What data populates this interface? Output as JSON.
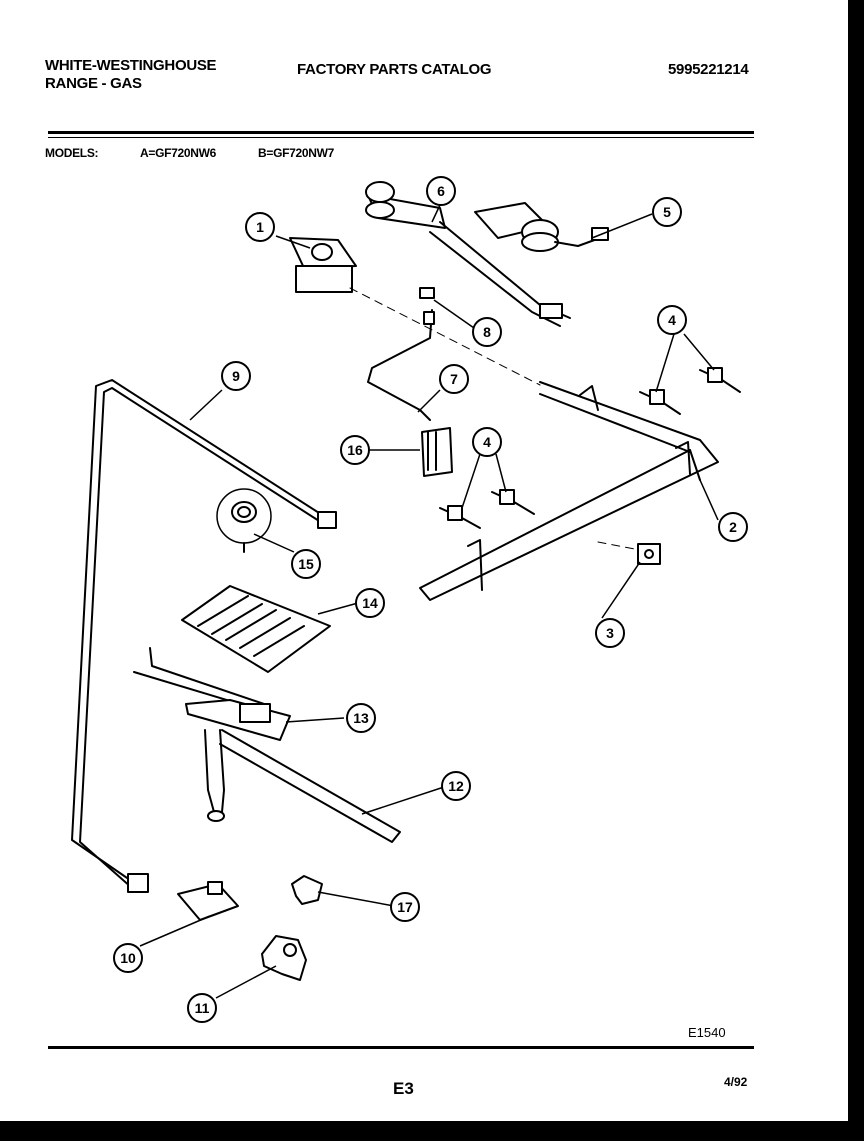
{
  "header": {
    "brand_line_1": "WHITE-WESTINGHOUSE",
    "brand_line_2": "RANGE - GAS",
    "catalog_title": "FACTORY PARTS CATALOG",
    "catalog_number": "5995221214"
  },
  "models": {
    "label": "MODELS:",
    "a": "A=GF720NW6",
    "b": "B=GF720NW7"
  },
  "callouts": [
    "1",
    "6",
    "5",
    "4",
    "8",
    "7",
    "16",
    "4",
    "9",
    "2",
    "3",
    "15",
    "14",
    "13",
    "12",
    "17",
    "10",
    "11"
  ],
  "footer": {
    "diagram_code": "E1540",
    "page": "E3",
    "date": "4/92"
  }
}
